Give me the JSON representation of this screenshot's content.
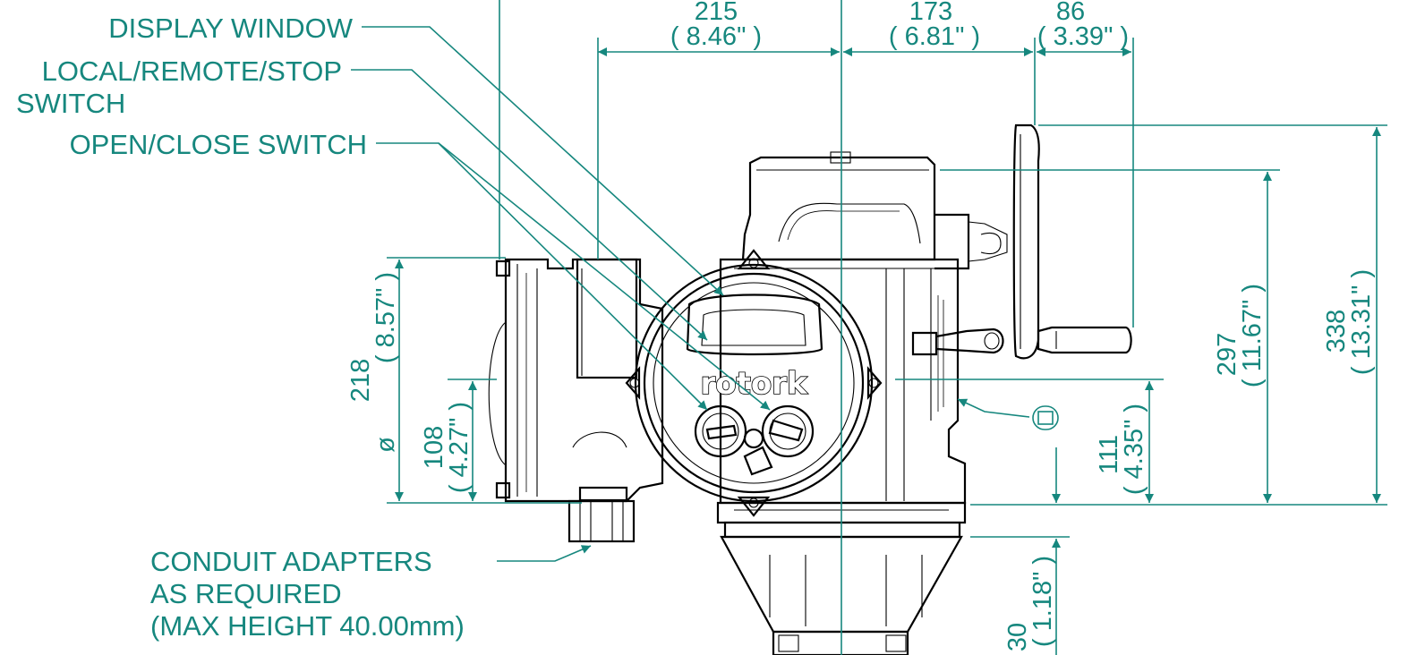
{
  "colors": {
    "annotation": "#16877e",
    "drawing": "#000000",
    "background": "#ffffff"
  },
  "callouts": {
    "display_window": "DISPLAY WINDOW",
    "local_remote_line1": "LOCAL/REMOTE/STOP",
    "local_remote_line2": "SWITCH",
    "open_close": "OPEN/CLOSE SWITCH",
    "conduit_line1": "CONDUIT ADAPTERS",
    "conduit_line2": "AS REQUIRED",
    "conduit_line3": "(MAX HEIGHT 40.00mm)"
  },
  "brand": "rotork",
  "dimensions": {
    "d215": {
      "value": "215",
      "inch": "( 8.46\" )"
    },
    "d173": {
      "value": "173",
      "inch": "( 6.81\" )"
    },
    "d86": {
      "value": "86",
      "inch": "( 3.39\" )"
    },
    "d218": {
      "value": "218",
      "inch": "( 8.57\" )",
      "prefix": "ø"
    },
    "d108": {
      "value": "108",
      "inch": "( 4.27\" )"
    },
    "d111": {
      "value": "111",
      "inch": "( 4.35\" )"
    },
    "d297": {
      "value": "297",
      "inch": "( 11.67\" )"
    },
    "d338": {
      "value": "338",
      "inch": "( 13.31\" )"
    },
    "d30": {
      "value": "30",
      "inch": "( 1.18\" )"
    }
  }
}
